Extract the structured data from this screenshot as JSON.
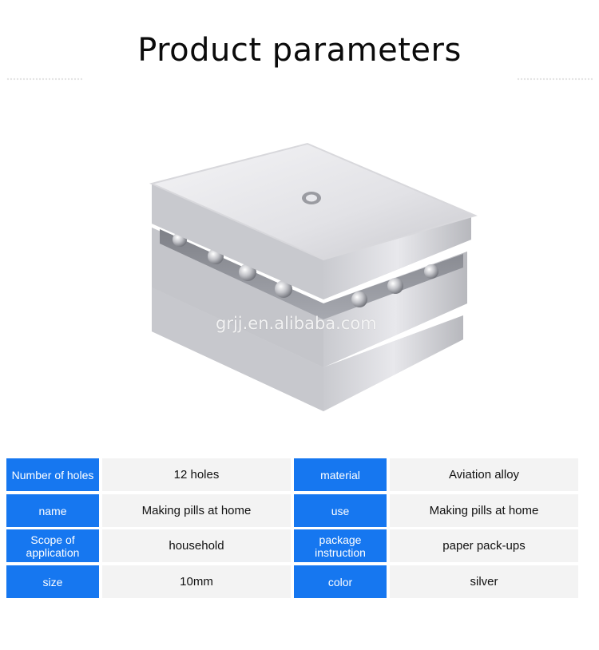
{
  "header": {
    "title": "Product parameters"
  },
  "image": {
    "watermark": "grjj.en.alibaba.com",
    "subject": "aluminum pill press mold"
  },
  "colors": {
    "key_bg": "#1677f0",
    "value_bg": "#f3f3f3"
  },
  "params": [
    {
      "k1": "Number of holes",
      "v1": "12 holes",
      "k2": "material",
      "v2": "Aviation alloy"
    },
    {
      "k1": "name",
      "v1": "Making pills at home",
      "k2": "use",
      "v2": "Making pills at home"
    },
    {
      "k1": "Scope of application",
      "v1": "household",
      "k2": "package instruction",
      "v2": "paper pack-ups"
    },
    {
      "k1": "size",
      "v1": "10mm",
      "k2": "color",
      "v2": "silver"
    }
  ]
}
